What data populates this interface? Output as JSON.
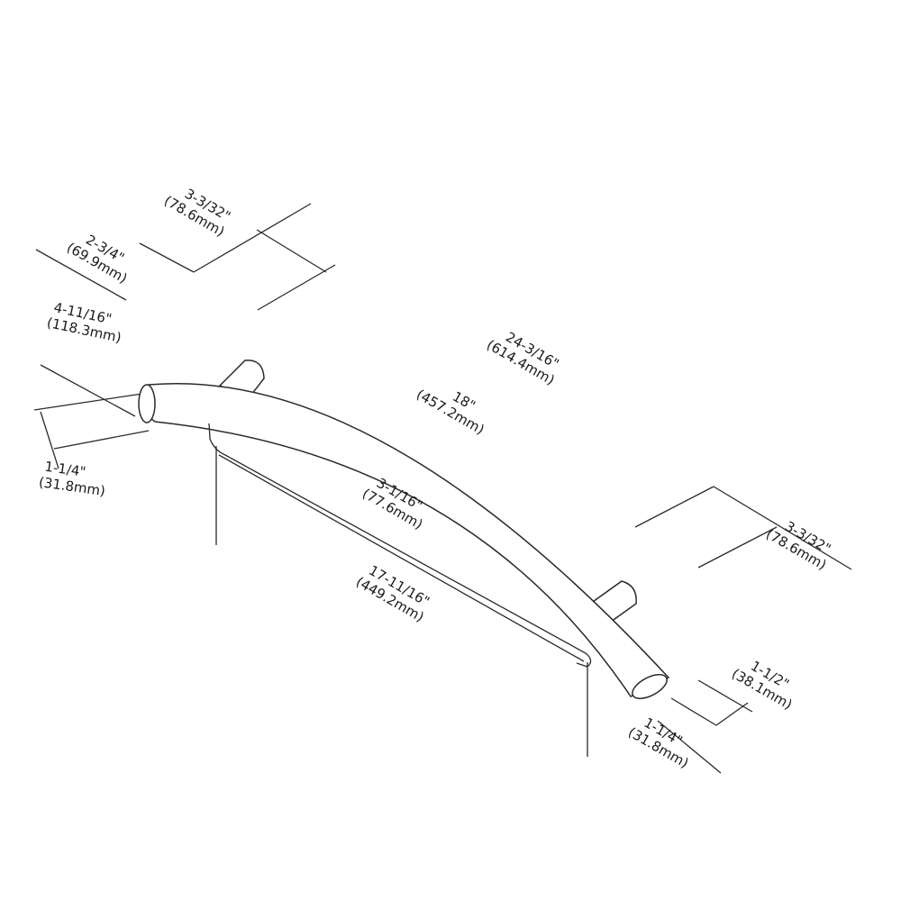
{
  "title": "Curved grab bar dimension drawing",
  "line_color": "#2a2a2a",
  "dimensions": {
    "top_depth": {
      "in": "3-3/32\"",
      "mm": "(78.6mm)"
    },
    "flange_depth": {
      "in": "2-3/4\"",
      "mm": "(69.9mm)"
    },
    "end_projection": {
      "in": "4-11/16\"",
      "mm": "(118.3mm)"
    },
    "left_diameter": {
      "in": "1-1/4\"",
      "mm": "(31.8mm)"
    },
    "overall_length": {
      "in": "24-3/16\"",
      "mm": "(614.4mm)"
    },
    "center_length": {
      "in": "18\"",
      "mm": "(457.2mm)"
    },
    "curve_rise": {
      "in": "3-1/16\"",
      "mm": "(77.6mm)"
    },
    "chord_length": {
      "in": "17-11/16\"",
      "mm": "(449.2mm)"
    },
    "right_depth": {
      "in": "3-3/32\"",
      "mm": "(78.6mm)"
    },
    "flange_diameter": {
      "in": "1-1/2\"",
      "mm": "(38.1mm)"
    },
    "right_diameter": {
      "in": "1-1/4\"",
      "mm": "(31.8mm)"
    }
  }
}
